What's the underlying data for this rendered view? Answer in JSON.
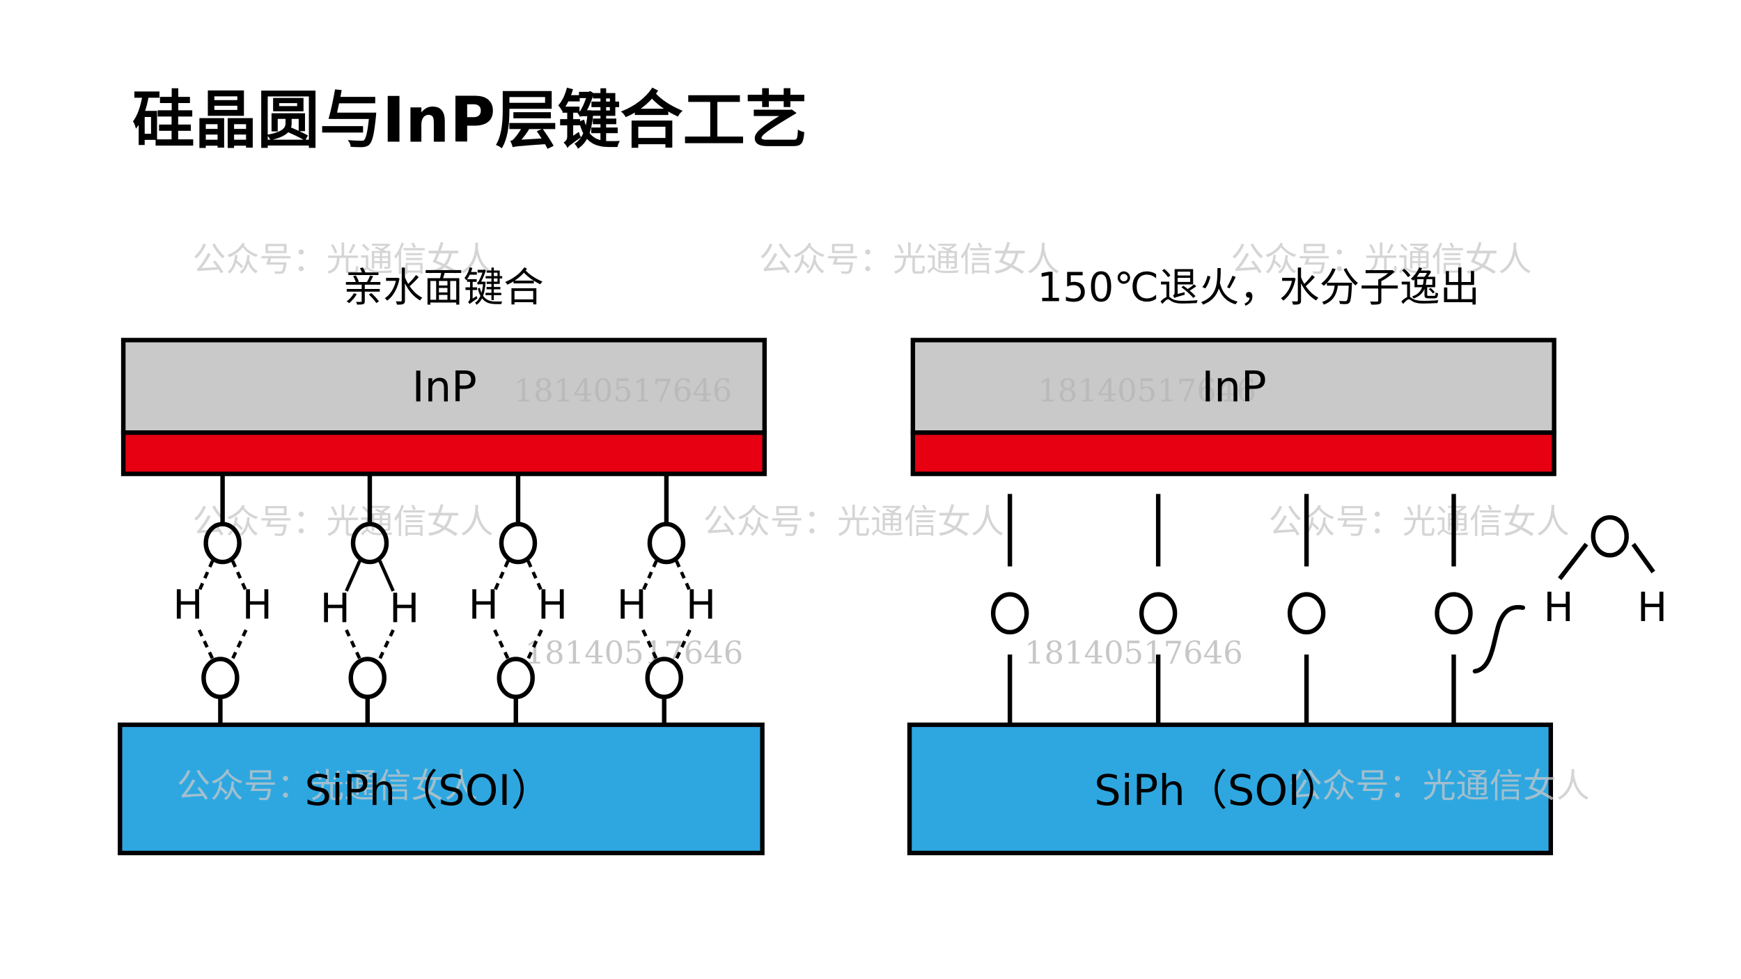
{
  "title": "硅晶圆与InP层键合工艺",
  "colors": {
    "inp": "#c8c9c8",
    "bond_layer": "#e60012",
    "siph": "#2ea7e0",
    "outline": "#000000",
    "watermark": "#c8c8c8"
  },
  "left_panel": {
    "caption": "亲水面键合",
    "top_layer_label": "InP",
    "bottom_layer_label": "SiPh（SOI）",
    "atoms": {
      "oxygen": "O",
      "hydrogen": "H"
    },
    "bond_sites": 4,
    "description": "hydrogen-bonded water bridges between OH groups"
  },
  "right_panel": {
    "caption": "150℃退火，水分子逸出",
    "top_layer_label": "InP",
    "bottom_layer_label": "SiPh（SOI）",
    "atoms": {
      "oxygen": "O",
      "hydrogen": "H"
    },
    "bond_sites": 4,
    "escaping_molecule": "H2O"
  },
  "watermarks": {
    "account": "公众号：光通信女人",
    "number": "18140517646"
  }
}
